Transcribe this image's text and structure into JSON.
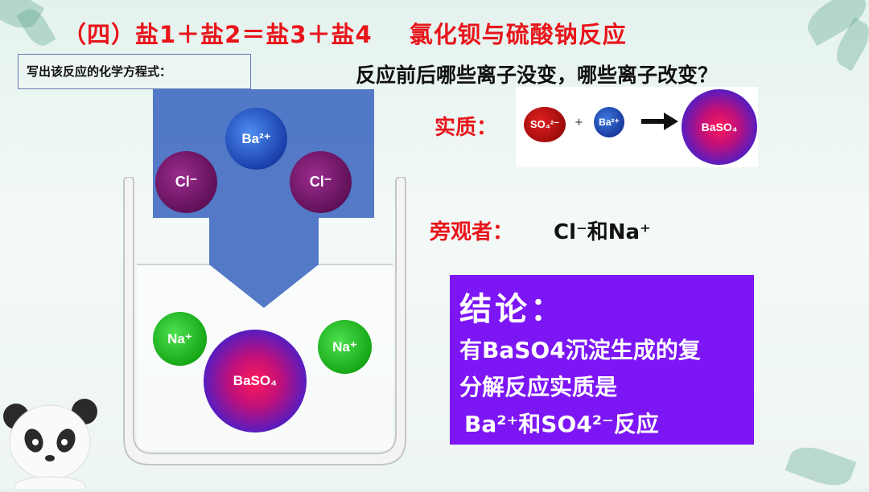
{
  "title": {
    "part1": "（四）盐1＋盐2＝盐3＋盐4",
    "part2": "氯化钡与硫酸钠反应"
  },
  "equation_prompt": "写出该反应的化学方程式：",
  "question": "反应前后哪些离子没变，哪些离子改变？",
  "ions": {
    "ba": "Ba²⁺",
    "cl_left": "Cl⁻",
    "cl_right": "Cl⁻",
    "na_left": "Na⁺",
    "na_right": "Na⁺",
    "baso4": "BaSO₄"
  },
  "essence": {
    "label": "实质：",
    "so4": "SO₄²⁻",
    "plus": "+",
    "ba": "Ba²⁺",
    "product": "BaSO₄"
  },
  "spectator": {
    "label": "旁观者：",
    "value": "Cl⁻和Na⁺"
  },
  "conclusion": {
    "title": "结论：",
    "line1": "有BaSO4沉淀生成的复",
    "line2": "分解反应实质是",
    "line3": "Ba²⁺和SO4²⁻反应"
  },
  "colors": {
    "title_red": "#e8151b",
    "arrow_blue": "#4a72c4",
    "conclusion_purple": "#7d16f5"
  }
}
